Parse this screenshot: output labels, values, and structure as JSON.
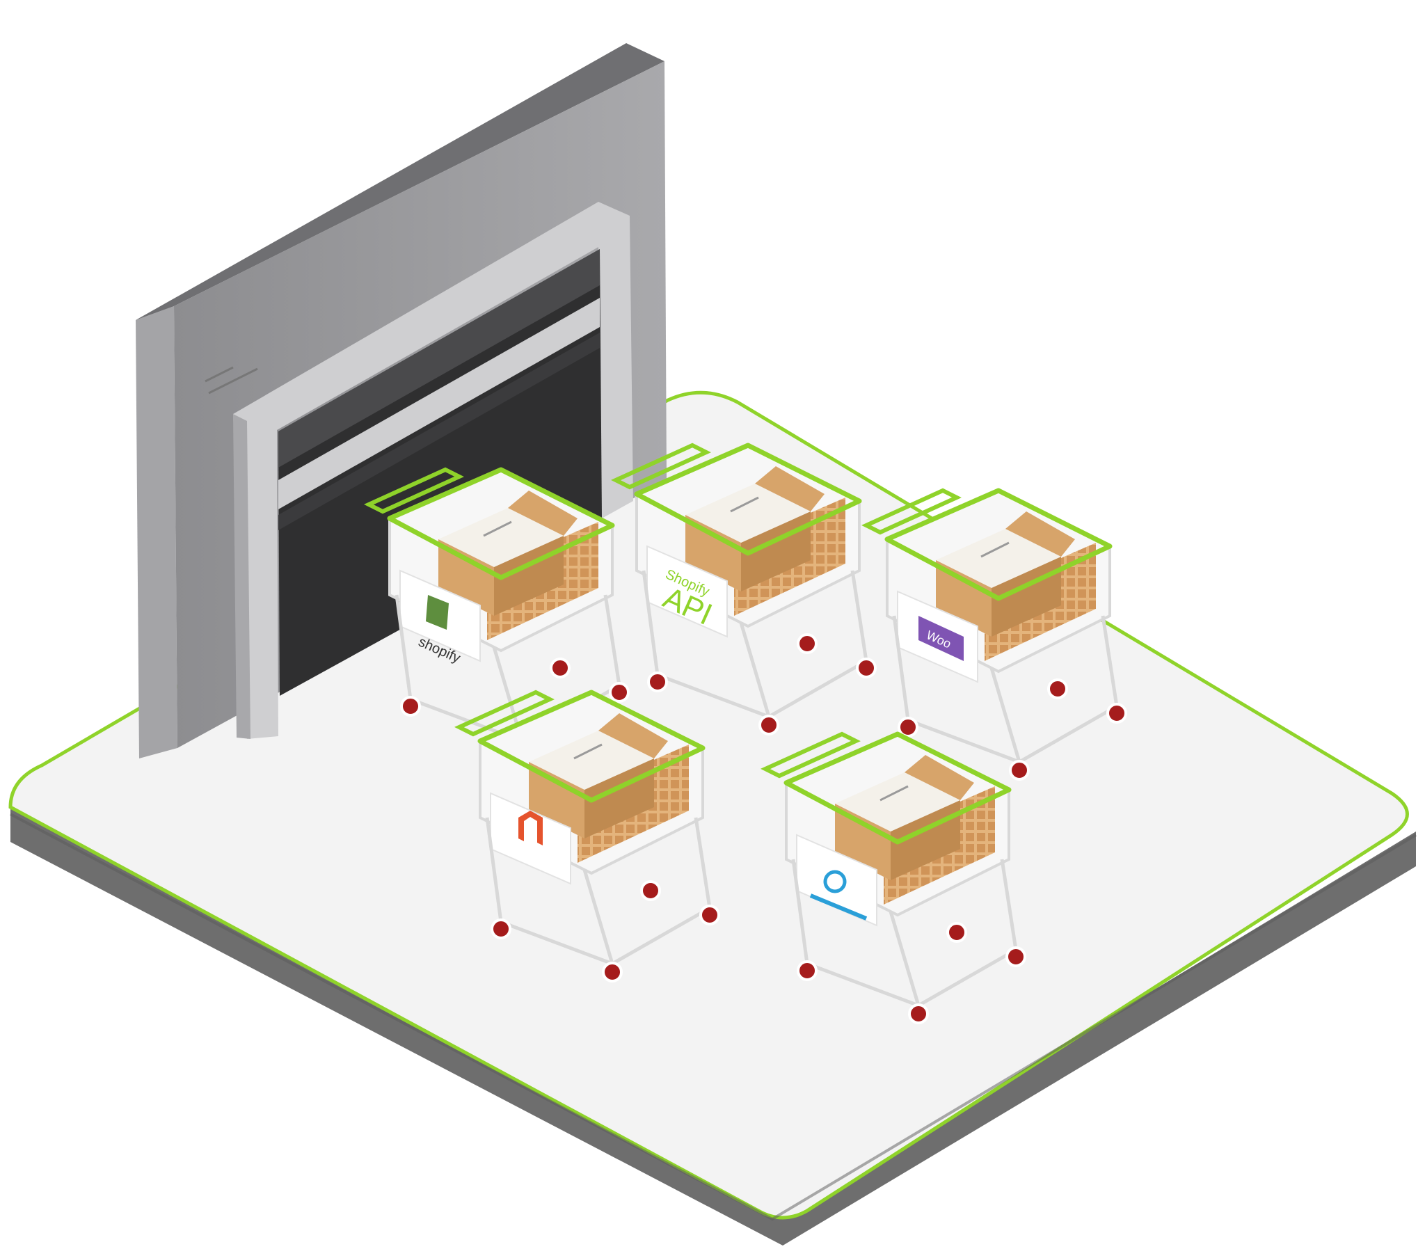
{
  "scene": {
    "colors": {
      "background": "#ffffff",
      "floor_top": "#f3f3f3",
      "floor_side": "#6e6e6e",
      "floor_edge": "#8fd32a",
      "accent_green": "#8fd32a",
      "warehouse_wall": "#9c9c9e",
      "warehouse_wall_dark": "#7f7f82",
      "door_frame": "#c9c9cb",
      "door_dark": "#3a3a3a",
      "box": "#d7a46a",
      "box_dark": "#bf8a50",
      "wheel": "#a51c1c",
      "cart_wire": "#d8d8d8"
    },
    "carts": [
      {
        "id": "cart-shopify",
        "logo_icon": "shopify-bag-icon",
        "logo_text": "shopify",
        "logo_color": "#5e8e3e"
      },
      {
        "id": "cart-api",
        "logo_icon": "api-label-icon",
        "logo_text_top": "Shopify",
        "logo_text": "API",
        "logo_color": "#8fd32a"
      },
      {
        "id": "cart-woo",
        "logo_icon": "woocommerce-icon",
        "logo_text": "Woo",
        "logo_color": "#7f54b3"
      },
      {
        "id": "cart-magento",
        "logo_icon": "magento-icon",
        "logo_text": "",
        "logo_color": "#e5532d"
      },
      {
        "id": "cart-other",
        "logo_icon": "platform-logo-icon",
        "logo_text": "",
        "logo_color": "#2a9fd8"
      }
    ]
  }
}
